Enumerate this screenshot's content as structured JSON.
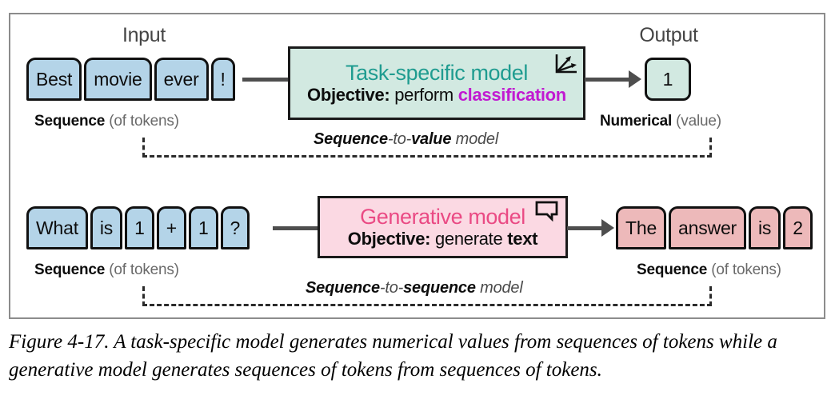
{
  "figure": {
    "caption": "Figure 4-17. A task-specific model generates numerical values from sequences of tokens while a generative model generates sequences of tokens from sequences of tokens."
  },
  "headings": {
    "input": "Input",
    "output": "Output"
  },
  "colors": {
    "token_blue": "#b4d4e8",
    "token_pink": "#edb9ba",
    "task_box_fill": "#d2e9e1",
    "task_title": "#1f9c90",
    "generative_box_fill": "#fbd9e3",
    "generative_title": "#ea4a84",
    "classification_accent": "#c11ad1",
    "output_value_fill": "#d2e9e1",
    "connector": "#4e4e4e",
    "frame": "#8c8c8c"
  },
  "row1": {
    "input_tokens": [
      "Best",
      "movie",
      "ever",
      "!"
    ],
    "input_caption_strong": "Sequence",
    "input_caption_rest": " (of tokens)",
    "model": {
      "title": "Task-specific model",
      "objective_label": "Objective:",
      "objective_verb": " perform ",
      "objective_accent": "classification",
      "icon": "chart-axes-icon"
    },
    "output_value": "1",
    "output_caption_strong": "Numerical",
    "output_caption_rest": " (value)",
    "bracket_label_a": "Sequence",
    "bracket_label_b": "-to-",
    "bracket_label_c": "value",
    "bracket_label_d": " model"
  },
  "row2": {
    "input_tokens": [
      "What",
      "is",
      "1",
      "+",
      "1",
      "?"
    ],
    "input_caption_strong": "Sequence",
    "input_caption_rest": " (of tokens)",
    "model": {
      "title": "Generative model",
      "objective_label": "Objective:",
      "objective_verb": " generate ",
      "objective_accent": "text",
      "icon": "speech-bubble-icon"
    },
    "output_tokens": [
      "The",
      "answer",
      "is",
      "2"
    ],
    "output_caption_strong": "Sequence",
    "output_caption_rest": " (of tokens)",
    "bracket_label_a": "Sequence",
    "bracket_label_b": "-to-",
    "bracket_label_c": "sequence",
    "bracket_label_d": " model"
  }
}
